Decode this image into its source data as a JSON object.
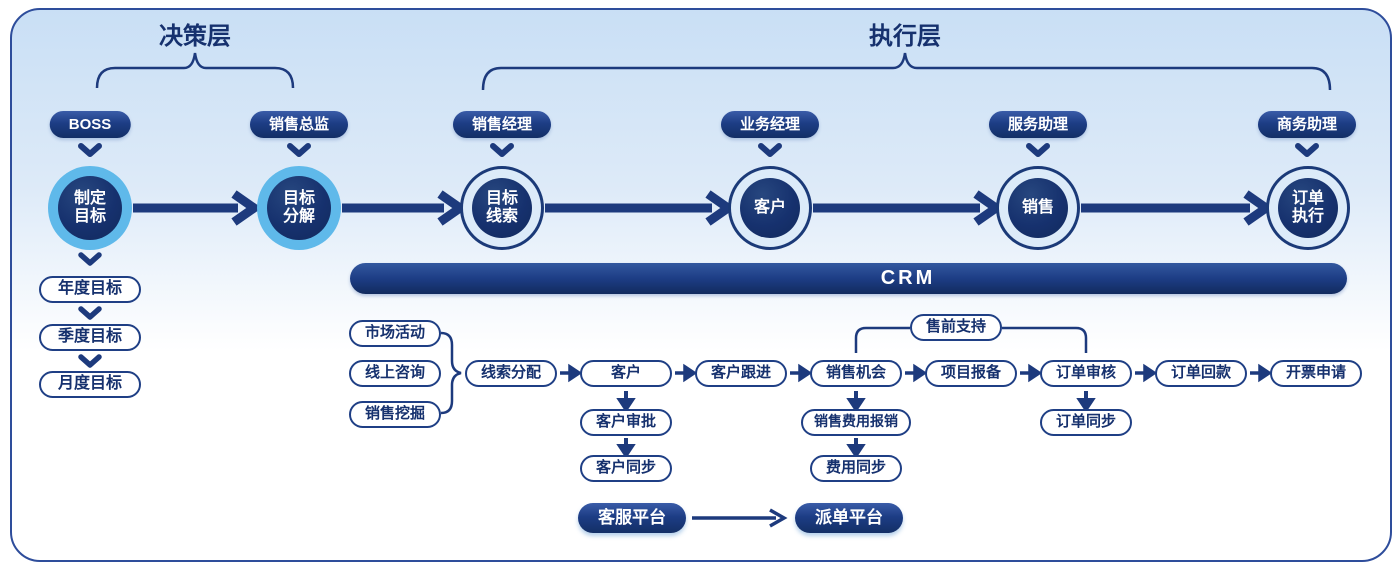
{
  "layers": {
    "decision": {
      "title": "决策层"
    },
    "execution": {
      "title": "执行层"
    }
  },
  "org": [
    {
      "role": "BOSS",
      "stage": "制定\n目标",
      "type": "decision"
    },
    {
      "role": "销售总监",
      "stage": "目标\n分解",
      "type": "decision"
    },
    {
      "role": "销售经理",
      "stage": "目标\n线索",
      "type": "execution"
    },
    {
      "role": "业务经理",
      "stage": "客户",
      "type": "execution"
    },
    {
      "role": "服务助理",
      "stage": "销售",
      "type": "execution"
    },
    {
      "role": "商务助理",
      "stage": "订单\n执行",
      "type": "execution"
    }
  ],
  "goals": [
    "年度目标",
    "季度目标",
    "月度目标"
  ],
  "crm": {
    "label": "CRM"
  },
  "sources": [
    "市场活动",
    "线上咨询",
    "销售挖掘"
  ],
  "main_flow": [
    "线索分配",
    "客户",
    "客户跟进",
    "销售机会",
    "项目报备",
    "订单审核",
    "订单回款",
    "开票申请"
  ],
  "presale": {
    "label": "售前支持"
  },
  "sub_flows": {
    "customer": [
      "客户审批",
      "客户同步"
    ],
    "expense": [
      "销售费用报销",
      "费用同步"
    ],
    "order": [
      "订单同步"
    ]
  },
  "platforms": {
    "from": "客服平台",
    "to": "派单平台"
  },
  "colors": {
    "navy": "#16316e",
    "navy_mid": "#1d3a7d",
    "sky": "#5fb9ea",
    "ring_light": "#dcebf9",
    "frame_border": "#2e4d9b",
    "bg_top": "#c9dff5"
  }
}
